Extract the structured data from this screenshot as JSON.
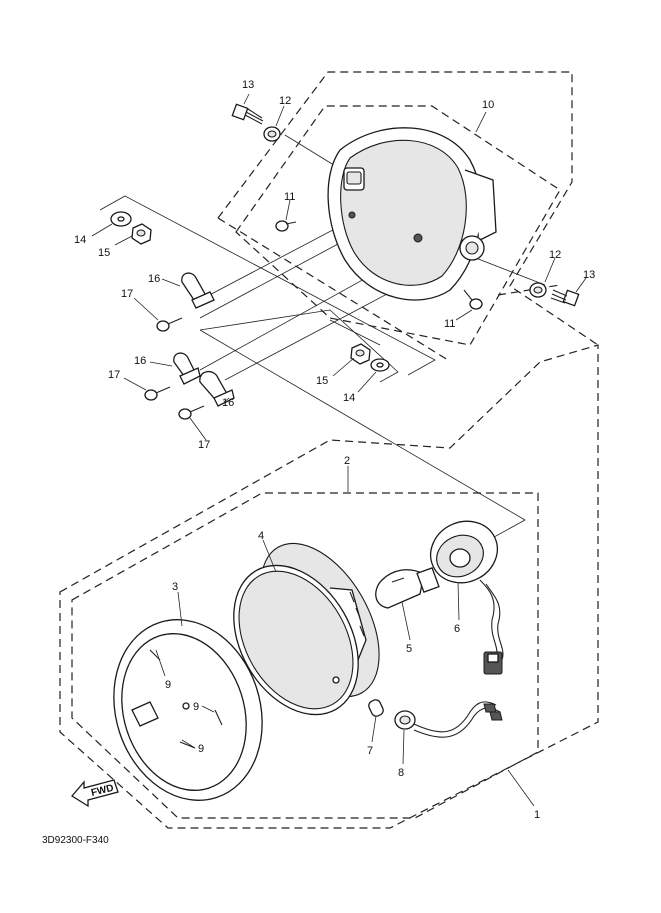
{
  "diagram": {
    "code": "3D92300-F340",
    "fwd_label": "FWD",
    "callouts": [
      {
        "id": "c13a",
        "label": "13"
      },
      {
        "id": "c12a",
        "label": "12"
      },
      {
        "id": "c10",
        "label": "10"
      },
      {
        "id": "c11a",
        "label": "11"
      },
      {
        "id": "c14a",
        "label": "14"
      },
      {
        "id": "c15a",
        "label": "15"
      },
      {
        "id": "c16a",
        "label": "16"
      },
      {
        "id": "c17a",
        "label": "17"
      },
      {
        "id": "c12b",
        "label": "12"
      },
      {
        "id": "c13b",
        "label": "13"
      },
      {
        "id": "c11b",
        "label": "11"
      },
      {
        "id": "c16b",
        "label": "16"
      },
      {
        "id": "c17b",
        "label": "17"
      },
      {
        "id": "c15b",
        "label": "15"
      },
      {
        "id": "c14b",
        "label": "14"
      },
      {
        "id": "c17c",
        "label": "17"
      },
      {
        "id": "c16c",
        "label": "16"
      },
      {
        "id": "c2",
        "label": "2"
      },
      {
        "id": "c4",
        "label": "4"
      },
      {
        "id": "c3",
        "label": "3"
      },
      {
        "id": "c5",
        "label": "5"
      },
      {
        "id": "c6",
        "label": "6"
      },
      {
        "id": "c9a",
        "label": "9"
      },
      {
        "id": "c9b",
        "label": "9"
      },
      {
        "id": "c9c",
        "label": "9"
      },
      {
        "id": "c7",
        "label": "7"
      },
      {
        "id": "c8",
        "label": "8"
      },
      {
        "id": "c1",
        "label": "1"
      }
    ]
  }
}
